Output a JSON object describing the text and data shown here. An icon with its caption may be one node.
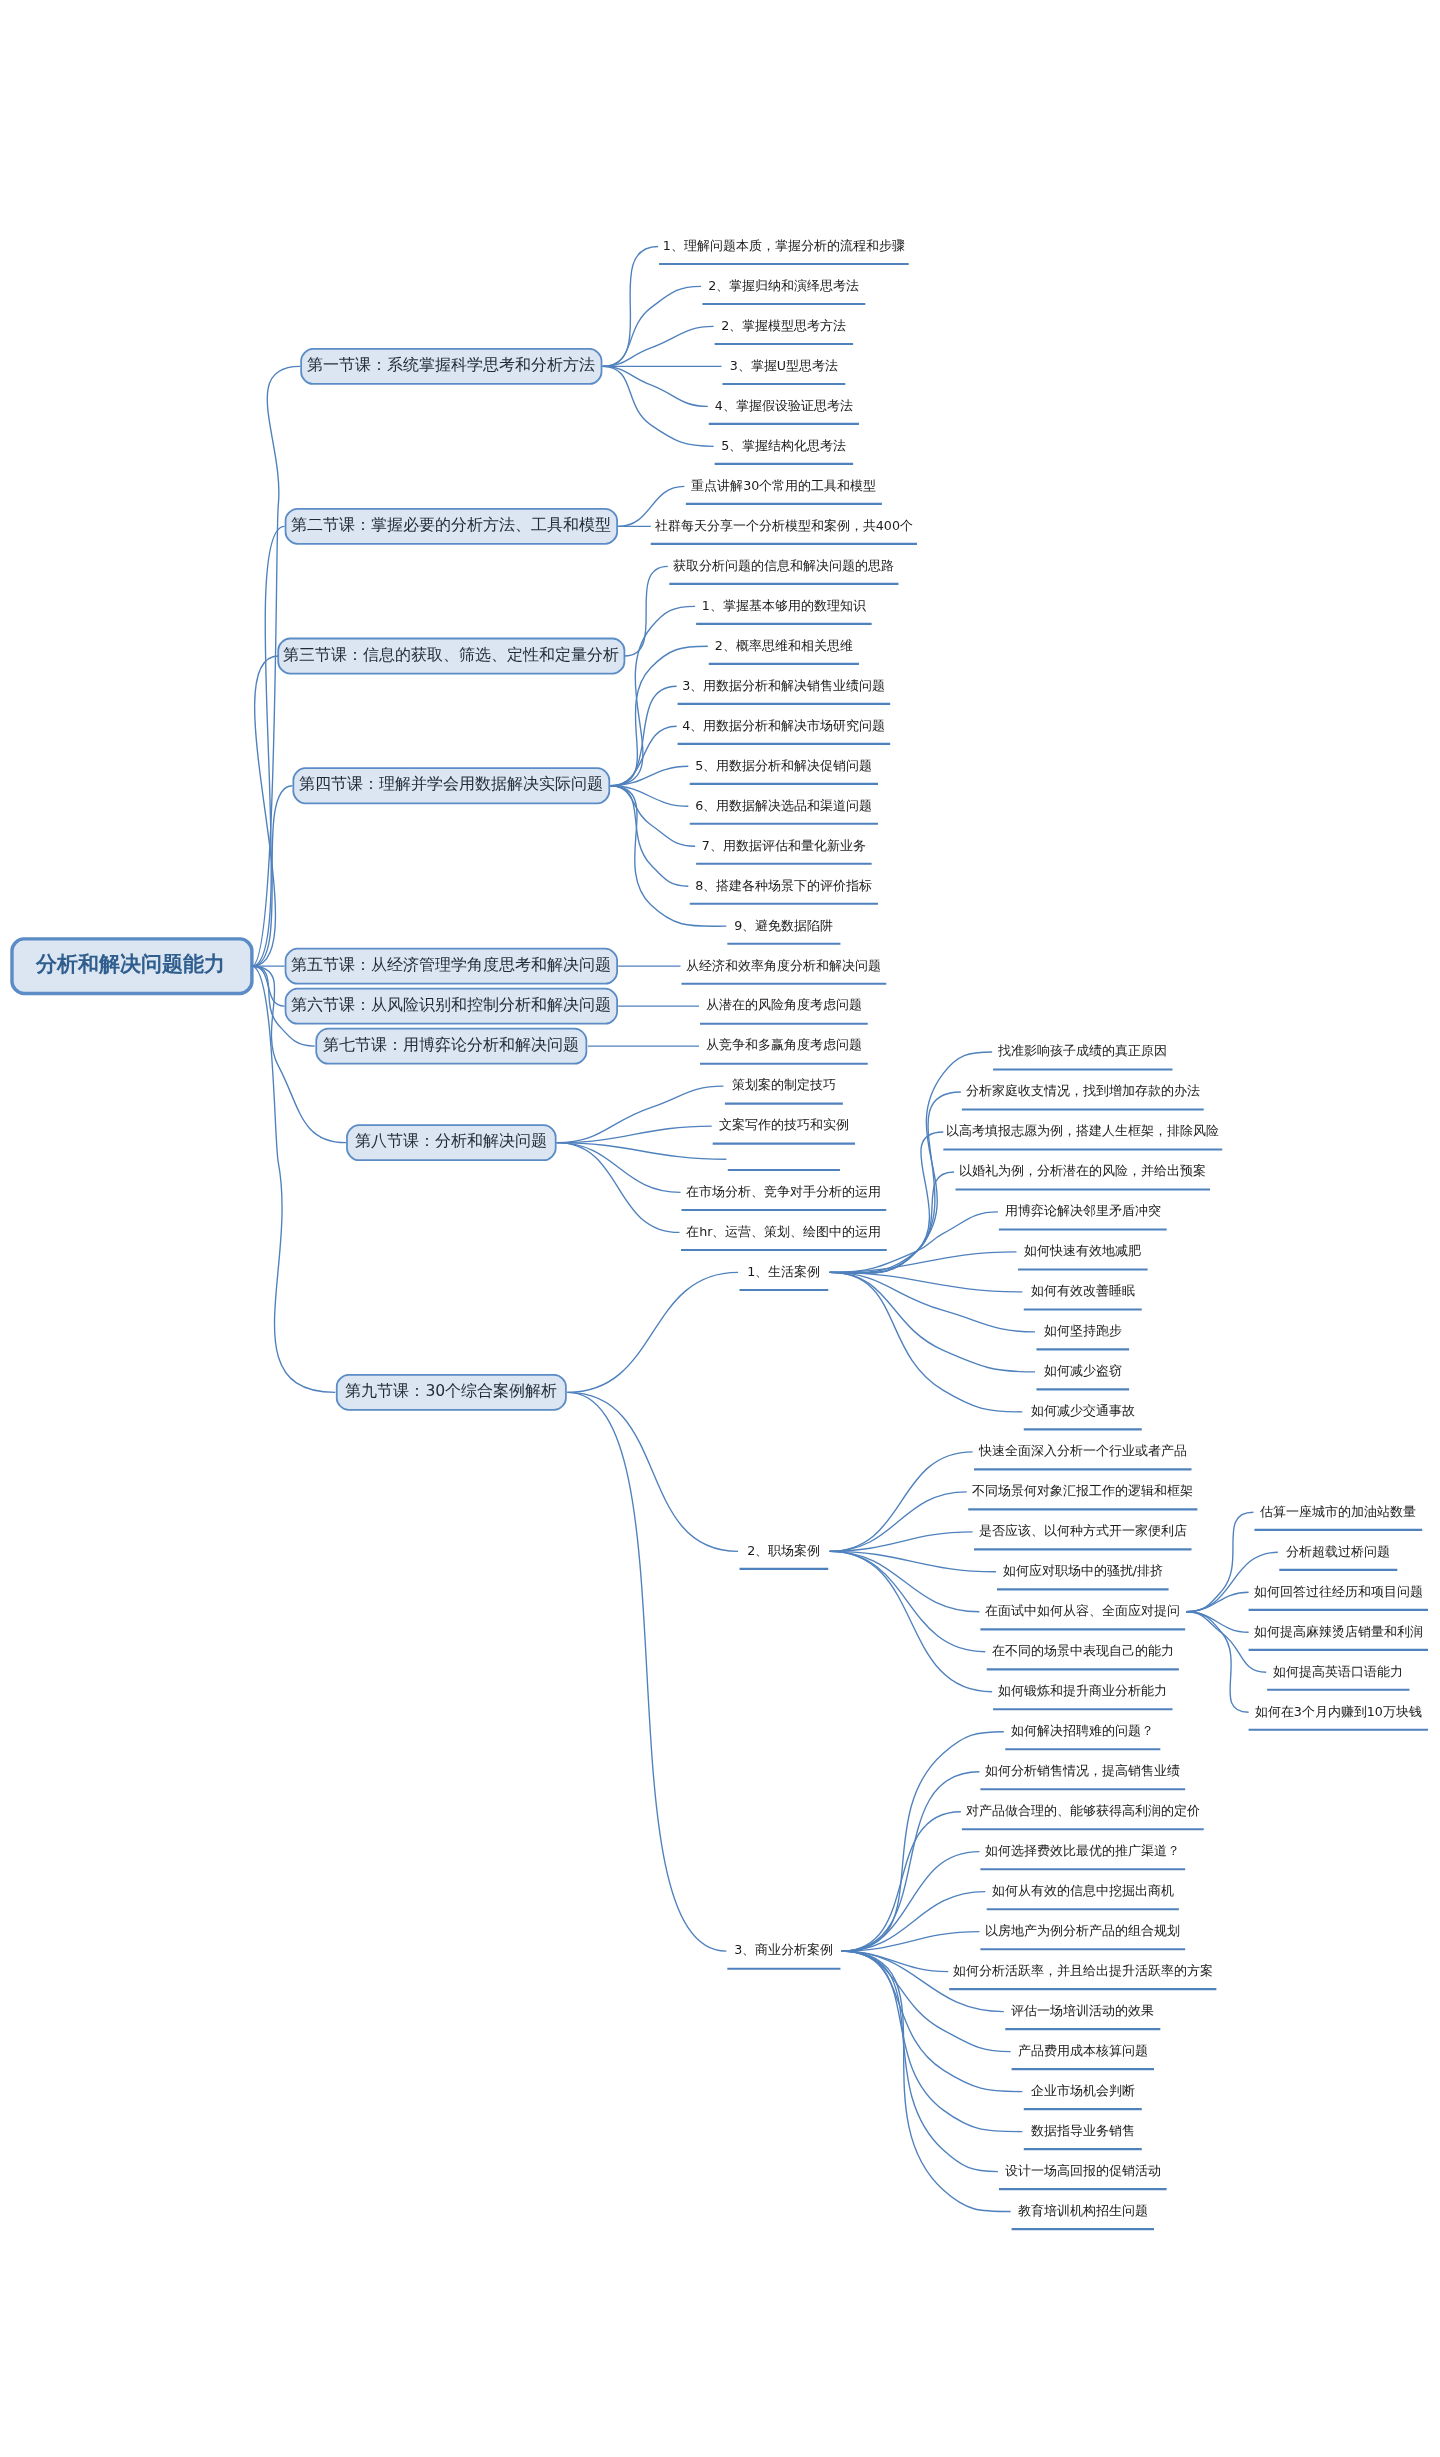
{
  "diagram": {
    "nodes": [
      {
        "text": [
          "分析和解决问题能力"
        ]
      },
      {
        "text": [
          "第一节课：系统掌握科学思考和分析方法"
        ]
      },
      {
        "text": [
          "1、理解问题本质，掌握分析的流程和步骤"
        ]
      },
      {
        "text": [
          "2、掌握归纳和演绎思考法"
        ]
      },
      {
        "text": [
          "2、掌握模型思考方法"
        ]
      },
      {
        "text": [
          "3、掌握U型思考法"
        ]
      },
      {
        "text": [
          "4、掌握假设验证思考法"
        ]
      },
      {
        "text": [
          "5、掌握结构化思考法"
        ]
      },
      {
        "text": [
          "第二节课：掌握必要的分析方法、工具和模型"
        ]
      },
      {
        "text": [
          "重点讲解30个常用的工具和模型"
        ]
      },
      {
        "text": [
          "社群每天分享一个分析模型和案例，共400个"
        ]
      },
      {
        "text": [
          "第三节课：信息的获取、筛选、定性和定量分析"
        ]
      },
      {
        "text": [
          "获取分析问题的信息和解决问题的思路"
        ]
      },
      {
        "text": [
          "第四节课：理解并学会用数据解决实际问题"
        ]
      },
      {
        "text": [
          "1、掌握基本够用的数理知识"
        ]
      },
      {
        "text": [
          "2、概率思维和相关思维"
        ]
      },
      {
        "text": [
          "3、用数据分析和解决销售业绩问题"
        ]
      },
      {
        "text": [
          "4、用数据分析和解决市场研究问题"
        ]
      },
      {
        "text": [
          "5、用数据分析和解决促销问题"
        ]
      },
      {
        "text": [
          "6、用数据解决选品和渠道问题"
        ]
      },
      {
        "text": [
          "7、用数据评估和量化新业务"
        ]
      },
      {
        "text": [
          "8、搭建各种场景下的评价指标"
        ]
      },
      {
        "text": [
          "9、避免数据陷阱"
        ]
      },
      {
        "text": [
          "第五节课：从经济管理学角度思考和解决问题"
        ]
      },
      {
        "text": [
          "从经济和效率角度分析和解决问题"
        ]
      },
      {
        "text": [
          "第六节课：从风险识别和控制分析和解决问题"
        ]
      },
      {
        "text": [
          "从潜在的风险角度考虑问题"
        ]
      },
      {
        "text": [
          "第七节课：用博弈论分析和解决问题"
        ]
      },
      {
        "text": [
          "从竞争和多赢角度考虑问题"
        ]
      },
      {
        "text": [
          "第八节课：分析和解决问题"
        ]
      },
      {
        "text": [
          "策划案的制定技巧"
        ]
      },
      {
        "text": [
          "文案写作的技巧和实例"
        ]
      },
      {
        "text": [],
        "shape": "line"
      },
      {
        "text": [
          "在市场分析、竞争对手分析的运用"
        ]
      },
      {
        "text": [
          "在hr、运营、策划、绘图中的运用"
        ]
      },
      {
        "text": [
          "第九节课：30个综合案例解析"
        ]
      },
      {
        "text": [
          "1、生活案例"
        ]
      },
      {
        "text": [
          "找准影响孩子成绩的真正原因"
        ]
      },
      {
        "text": [
          "分析家庭收支情况，找到增加存款的办法"
        ]
      },
      {
        "text": [
          "以高考填报志愿为例，搭建人生框架，排除风险"
        ]
      },
      {
        "text": [
          "以婚礼为例，分析潜在的风险，并给出预案"
        ]
      },
      {
        "text": [
          "用博弈论解决邻里矛盾冲突"
        ]
      },
      {
        "text": [
          "如何快速有效地减肥"
        ]
      },
      {
        "text": [
          "如何有效改善睡眠"
        ]
      },
      {
        "text": [
          "如何坚持跑步"
        ]
      },
      {
        "text": [
          "如何减少盗窃"
        ]
      },
      {
        "text": [
          "如何减少交通事故"
        ]
      },
      {
        "text": [
          "2、职场案例"
        ]
      },
      {
        "text": [
          "快速全面深入分析一个行业或者产品"
        ]
      },
      {
        "text": [
          "不同场景何对象汇报工作的逻辑和框架"
        ]
      },
      {
        "text": [
          "是否应该、以何种方式开一家便利店"
        ]
      },
      {
        "text": [
          "如何应对职场中的骚扰/排挤"
        ]
      },
      {
        "text": [
          "在面试中如何从容、全面应对提问"
        ]
      },
      {
        "text": [
          "估算一座城市的加油站数量"
        ]
      },
      {
        "text": [
          "分析超载过桥问题"
        ]
      },
      {
        "text": [
          "如何回答过往经历和项目问题"
        ]
      },
      {
        "text": [
          "如何提高麻辣烫店销量和利润"
        ]
      },
      {
        "text": [
          "如何提高英语口语能力"
        ]
      },
      {
        "text": [
          "如何在3个月内赚到10万块钱"
        ]
      },
      {
        "text": [
          "在不同的场景中表现自己的能力"
        ]
      },
      {
        "text": [
          "如何锻炼和提升商业分析能力"
        ]
      },
      {
        "text": [
          "3、商业分析案例"
        ]
      },
      {
        "text": [
          "如何解决招聘难的问题？"
        ]
      },
      {
        "text": [
          "如何分析销售情况，提高销售业绩"
        ]
      },
      {
        "text": [
          "对产品做合理的、能够获得高利润的定价"
        ]
      },
      {
        "text": [
          "如何选择费效比最优的推广渠道？"
        ]
      },
      {
        "text": [
          "如何从有效的信息中挖掘出商机"
        ]
      },
      {
        "text": [
          "以房地产为例分析产品的组合规划"
        ]
      },
      {
        "text": [
          "如何分析活跃率，并且给出提升活跃率的方案"
        ]
      },
      {
        "text": [
          "评估一场培训活动的效果"
        ]
      },
      {
        "text": [
          "产品费用成本核算问题"
        ]
      },
      {
        "text": [
          "企业市场机会判断"
        ]
      },
      {
        "text": [
          "数据指导业务销售"
        ]
      },
      {
        "text": [
          "设计一场高回报的促销活动"
        ]
      },
      {
        "text": [
          "教育培训机构招生问题"
        ]
      }
    ],
    "edges": [
      {
        "from": 0,
        "to": 1,
        "arrow": "none"
      },
      {
        "from": 1,
        "to": 2,
        "arrow": "none"
      },
      {
        "from": 1,
        "to": 3,
        "arrow": "none"
      },
      {
        "from": 1,
        "to": 4,
        "arrow": "none"
      },
      {
        "from": 1,
        "to": 5,
        "arrow": "none"
      },
      {
        "from": 1,
        "to": 6,
        "arrow": "none"
      },
      {
        "from": 1,
        "to": 7,
        "arrow": "none"
      },
      {
        "from": 0,
        "to": 8,
        "arrow": "none"
      },
      {
        "from": 8,
        "to": 9,
        "arrow": "none"
      },
      {
        "from": 8,
        "to": 10,
        "arrow": "none"
      },
      {
        "from": 0,
        "to": 11,
        "arrow": "none"
      },
      {
        "from": 11,
        "to": 12,
        "arrow": "none"
      },
      {
        "from": 0,
        "to": 13,
        "arrow": "none"
      },
      {
        "from": 13,
        "to": 14,
        "arrow": "none"
      },
      {
        "from": 13,
        "to": 15,
        "arrow": "none"
      },
      {
        "from": 13,
        "to": 16,
        "arrow": "none"
      },
      {
        "from": 13,
        "to": 17,
        "arrow": "none"
      },
      {
        "from": 13,
        "to": 18,
        "arrow": "none"
      },
      {
        "from": 13,
        "to": 19,
        "arrow": "none"
      },
      {
        "from": 13,
        "to": 20,
        "arrow": "none"
      },
      {
        "from": 13,
        "to": 21,
        "arrow": "none"
      },
      {
        "from": 13,
        "to": 22,
        "arrow": "none"
      },
      {
        "from": 0,
        "to": 23,
        "arrow": "none"
      },
      {
        "from": 23,
        "to": 24,
        "arrow": "none"
      },
      {
        "from": 0,
        "to": 25,
        "arrow": "none"
      },
      {
        "from": 25,
        "to": 26,
        "arrow": "none"
      },
      {
        "from": 0,
        "to": 27,
        "arrow": "none"
      },
      {
        "from": 27,
        "to": 28,
        "arrow": "none"
      },
      {
        "from": 0,
        "to": 29,
        "arrow": "none"
      },
      {
        "from": 29,
        "to": 30,
        "arrow": "none"
      },
      {
        "from": 29,
        "to": 31,
        "arrow": "none"
      },
      {
        "from": 29,
        "to": 32,
        "arrow": "none"
      },
      {
        "from": 29,
        "to": 33,
        "arrow": "none"
      },
      {
        "from": 29,
        "to": 34,
        "arrow": "none"
      },
      {
        "from": 0,
        "to": 35,
        "arrow": "none"
      },
      {
        "from": 35,
        "to": 36,
        "arrow": "none"
      },
      {
        "from": 36,
        "to": 37,
        "arrow": "none"
      },
      {
        "from": 36,
        "to": 38,
        "arrow": "none"
      },
      {
        "from": 36,
        "to": 39,
        "arrow": "none"
      },
      {
        "from": 36,
        "to": 40,
        "arrow": "none"
      },
      {
        "from": 36,
        "to": 41,
        "arrow": "none"
      },
      {
        "from": 36,
        "to": 42,
        "arrow": "none"
      },
      {
        "from": 36,
        "to": 43,
        "arrow": "none"
      },
      {
        "from": 36,
        "to": 44,
        "arrow": "none"
      },
      {
        "from": 36,
        "to": 45,
        "arrow": "none"
      },
      {
        "from": 36,
        "to": 46,
        "arrow": "none"
      },
      {
        "from": 35,
        "to": 47,
        "arrow": "none"
      },
      {
        "from": 47,
        "to": 48,
        "arrow": "none"
      },
      {
        "from": 47,
        "to": 49,
        "arrow": "none"
      },
      {
        "from": 47,
        "to": 50,
        "arrow": "none"
      },
      {
        "from": 47,
        "to": 51,
        "arrow": "none"
      },
      {
        "from": 47,
        "to": 52,
        "arrow": "none"
      },
      {
        "from": 52,
        "to": 53,
        "arrow": "none"
      },
      {
        "from": 52,
        "to": 54,
        "arrow": "none"
      },
      {
        "from": 52,
        "to": 55,
        "arrow": "none"
      },
      {
        "from": 52,
        "to": 56,
        "arrow": "none"
      },
      {
        "from": 52,
        "to": 57,
        "arrow": "none"
      },
      {
        "from": 52,
        "to": 58,
        "arrow": "none"
      },
      {
        "from": 47,
        "to": 59,
        "arrow": "none"
      },
      {
        "from": 47,
        "to": 60,
        "arrow": "none"
      },
      {
        "from": 35,
        "to": 61,
        "arrow": "none"
      },
      {
        "from": 61,
        "to": 62,
        "arrow": "none"
      },
      {
        "from": 61,
        "to": 63,
        "arrow": "none"
      },
      {
        "from": 61,
        "to": 64,
        "arrow": "none"
      },
      {
        "from": 61,
        "to": 65,
        "arrow": "none"
      },
      {
        "from": 61,
        "to": 66,
        "arrow": "none"
      },
      {
        "from": 61,
        "to": 67,
        "arrow": "none"
      },
      {
        "from": 61,
        "to": 68,
        "arrow": "none"
      },
      {
        "from": 61,
        "to": 69,
        "arrow": "none"
      },
      {
        "from": 61,
        "to": 70,
        "arrow": "none"
      },
      {
        "from": 61,
        "to": 71,
        "arrow": "none"
      },
      {
        "from": 61,
        "to": 72,
        "arrow": "none"
      },
      {
        "from": 61,
        "to": 73,
        "arrow": "none"
      },
      {
        "from": 61,
        "to": 74,
        "arrow": "none"
      }
    ]
  }
}
